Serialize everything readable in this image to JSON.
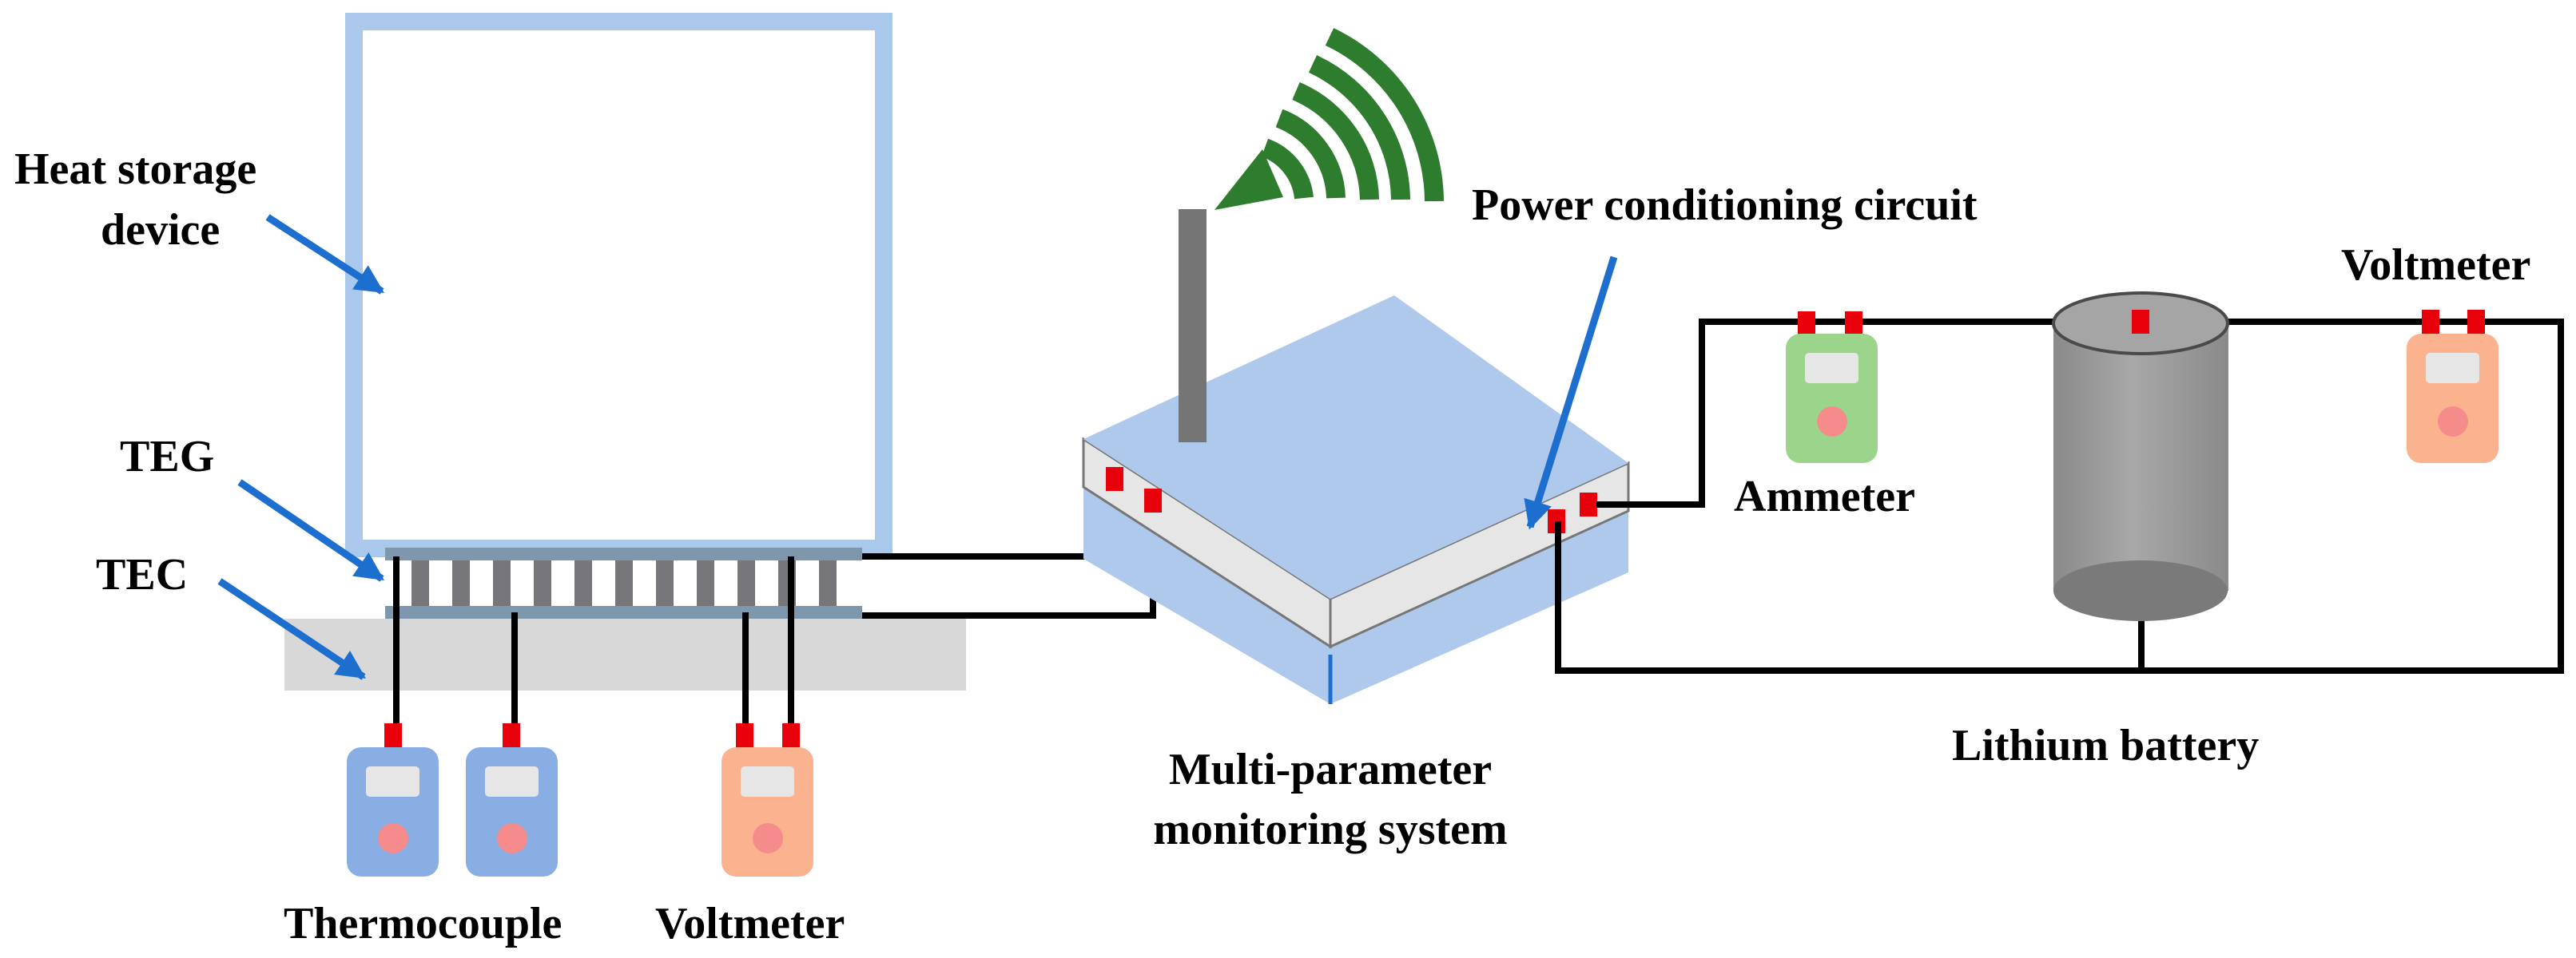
{
  "labels": {
    "heat_storage_line1": "Heat storage",
    "heat_storage_line2": "device",
    "teg": "TEG",
    "tec": "TEC",
    "thermocouple": "Thermocouple",
    "voltmeter_left": "Voltmeter",
    "mps_line1": "Multi-parameter",
    "mps_line2": "monitoring system",
    "power_conditioning": "Power conditioning circuit",
    "ammeter": "Ammeter",
    "voltmeter_right": "Voltmeter",
    "lithium_battery": "Lithium battery"
  },
  "colors": {
    "heat_storage_border": "#a9c8ec",
    "teg_plate": "#7f97ad",
    "teg_legs": "#77767b",
    "tec_slab": "#d8d8d8",
    "router_body": "#afc9ec",
    "router_band": "#e6e6e6",
    "antenna": "#757575",
    "wifi_signal": "#2e7d2e",
    "thermocouple_meter": "#88aee4",
    "voltmeter_meter": "#fbb28e",
    "ammeter_meter": "#9bd58b",
    "meter_button": "#f58b8b",
    "terminal": "#e8000b",
    "arrow": "#1c6fce",
    "battery_body": "#9a9a9a",
    "wire": "#000000"
  }
}
